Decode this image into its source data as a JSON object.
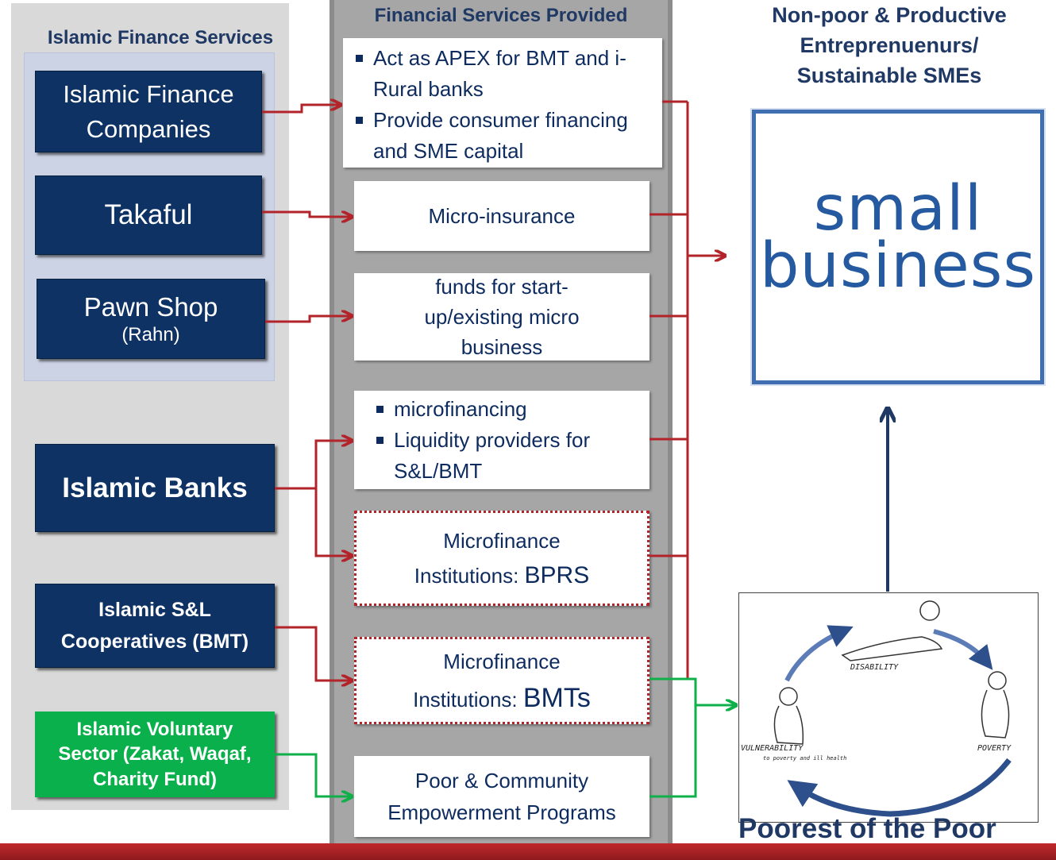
{
  "left_header": "Islamic Finance Services",
  "mid_header": "Financial Services Provided",
  "right_header": [
    "Non-poor & Productive",
    "Entreprenuenurs/",
    "Sustainable SMEs"
  ],
  "institutions": [
    {
      "lines": [
        "Islamic Finance",
        "Companies"
      ]
    },
    {
      "lines": [
        "Takaful"
      ]
    },
    {
      "lines": [
        "Pawn Shop"
      ],
      "sub": "(Rahn)"
    },
    {
      "lines": [
        "Islamic Banks"
      ]
    },
    {
      "lines": [
        "Islamic S&L",
        "Cooperatives  (BMT)"
      ]
    },
    {
      "lines": [
        "Islamic Voluntary",
        "Sector (Zakat, Waqaf,",
        "Charity  Fund)"
      ]
    }
  ],
  "services": {
    "apex": [
      "Act as APEX for BMT and i-Rural banks",
      "Provide consumer financing and SME capital"
    ],
    "micro_insurance": "Micro-insurance",
    "funds": [
      "funds for start-",
      "up/existing micro",
      "business"
    ],
    "microfinancing": [
      "microfinancing",
      "Liquidity providers for S&L/BMT"
    ],
    "bprs": [
      "Microfinance",
      "Institutions: ",
      "BPRS"
    ],
    "bmts": [
      "Microfinance",
      "Institutions: ",
      "BMTs"
    ],
    "poor_programs": [
      "Poor & Community",
      "Empowerment Programs"
    ]
  },
  "small_business": [
    "small",
    "business"
  ],
  "cycle_labels": {
    "disability": "DISABILITY",
    "poverty": "POVERTY",
    "vulnerability": "VULNERABILITY",
    "vulnerability_sub": "to poverty and ill health"
  },
  "poorest": "Poorest of the Poor",
  "colors": {
    "navy": "#0d3263",
    "green": "#0ab04b",
    "red_arrow": "#b3242a",
    "green_arrow": "#0fb04a",
    "blue_arrow": "#1f3864"
  }
}
